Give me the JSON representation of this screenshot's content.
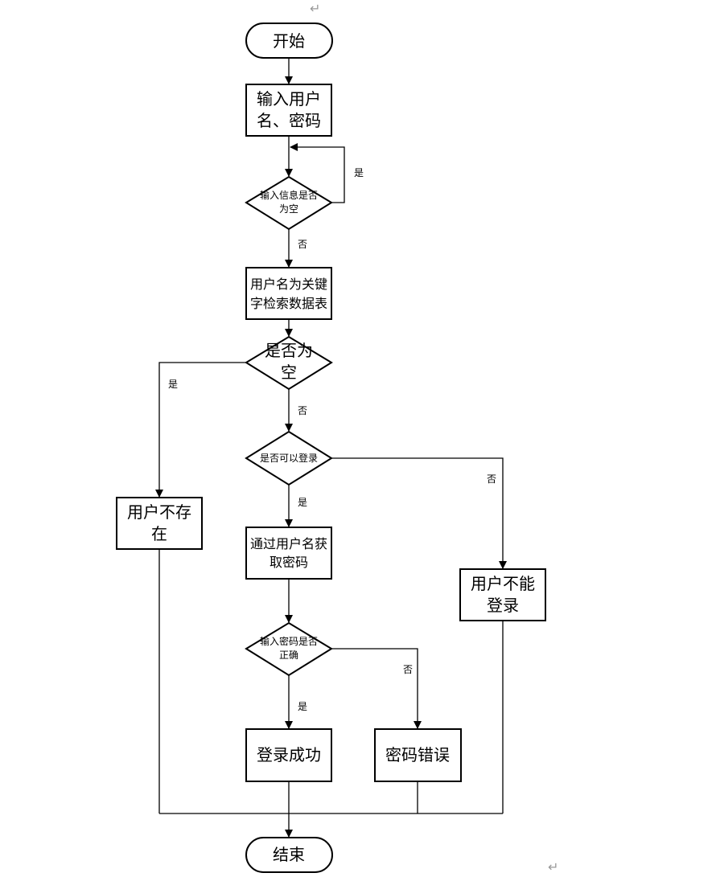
{
  "nodes": {
    "start": "开始",
    "input_line1": "输入用户",
    "input_line2": "名、密码",
    "empty_check_line1": "输入信息是否",
    "empty_check_line2": "为空",
    "search_line1": "用户名为关键",
    "search_line2": "字检索数据表",
    "result_empty_line1": "是否为",
    "result_empty_line2": "空",
    "can_login": "是否可以登录",
    "user_not_exist_line1": "用户不存",
    "user_not_exist_line2": "在",
    "get_password_line1": "通过用户名获",
    "get_password_line2": "取密码",
    "cannot_login_line1": "用户不能",
    "cannot_login_line2": "登录",
    "password_check_line1": "输入密码是否",
    "password_check_line2": "正确",
    "login_success": "登录成功",
    "password_error": "密码错误",
    "end": "结束"
  },
  "edges": {
    "yes": "是",
    "no": "否"
  },
  "page": {
    "paragraph_mark": "↵"
  }
}
